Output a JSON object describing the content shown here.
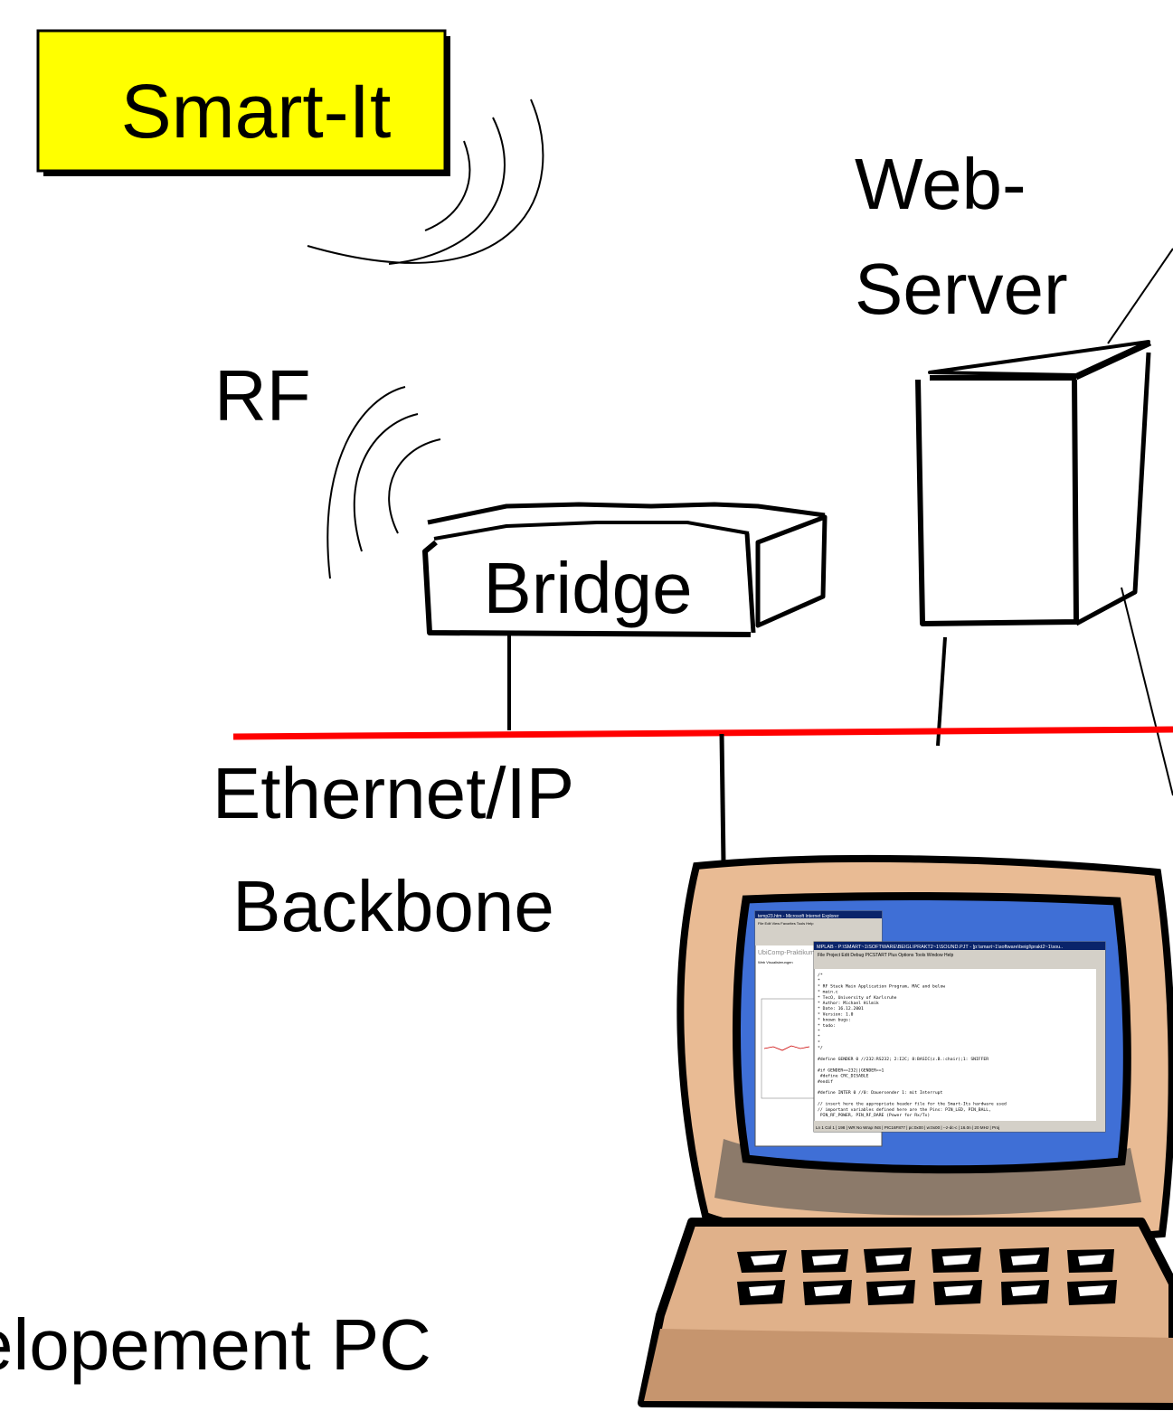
{
  "labels": {
    "smart_it": "Smart-It",
    "rf": "RF",
    "web": "Web-",
    "server": "Server",
    "bridge": "Bridge",
    "ethernet": "Ethernet/IP",
    "backbone": "Backbone",
    "dev_pc": "elopement  PC"
  },
  "colors": {
    "smart_it_fill": "#ffff00",
    "ethernet_line": "#ff0000",
    "monitor_case": "#e9bb94",
    "monitor_shadow": "#8c7a6a",
    "screen_blue": "#3f6fd6",
    "keyboard_fill": "#e0b18a"
  },
  "screen": {
    "ie_title": "temp23.htm - Microsoft Internet Explorer",
    "ie_menu": "File  Edit  View  Favorites  Tools  Help",
    "ie_header": "UbiComp-Praktikum",
    "ie_sub": "Web Visualisierungen",
    "mplab_title": "MPLAB - P:\\SMART~1\\SOFTWARE\\BEIGL\\PRAKT2~1\\SOUND.PJT - [p:\\smart~1\\software\\beigl\\prakt2~1\\sou..",
    "mplab_menu": "File  Project  Edit  Debug  PICSTART Plus  Options  Tools  Window  Help",
    "code_lines": [
      "/*",
      "*",
      "*    RF Stack Main Application Program, MAC and below",
      "*    main.c",
      "*    TecO, University of Karlsruhe",
      "*    Author:         Michael Hilmik",
      "*    Date:           16.12.2001",
      "*    Version:        1.0",
      "*    known bugs:",
      "*    todo:",
      "*",
      "*",
      "*",
      "*/",
      "",
      "#define GENDER 0        //232:RS232; 2:I2C; 8:BASIC(z.B.:chair);1: SNIFFER",
      "",
      "#if GENDER==232||GENDER==1",
      "      #define CRC_DISABLE",
      "#endif",
      "",
      "#define INTER 0 //0: Dauersender 1: mit Interrupt",
      "",
      "// insert here the appropriate header file for the Smart-Its hardware used",
      "// important variables defined here are the Pins: PIN_LED, PIN_BALL,",
      "           PIN_RF_POWER, PIN_RF_DARE (Power for Rx/Tx)"
    ],
    "status_bar": "Ln 1 Col 1   |  198  |  WR  No Wrap  INS  |  PIC16F877  |  pc:0x00  |  w:0x00  | --z-dc-c  |  16.0n  | 20 MHz  | Proj"
  }
}
